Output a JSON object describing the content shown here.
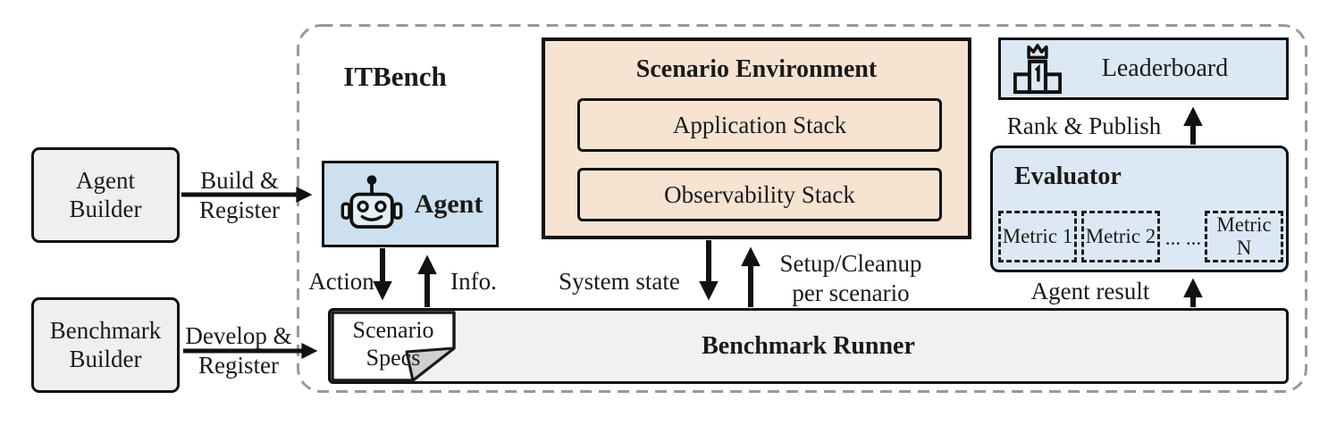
{
  "itbench_label": "ITBench",
  "boxes": {
    "agent_builder": {
      "line1": "Agent",
      "line2": "Builder"
    },
    "benchmark_builder": {
      "line1": "Benchmark",
      "line2": "Builder"
    },
    "agent": {
      "label": "Agent"
    },
    "scenario_environment": {
      "title": "Scenario Environment",
      "application_stack": "Application Stack",
      "observability_stack": "Observability Stack"
    },
    "leaderboard": {
      "label": "Leaderboard"
    },
    "evaluator": {
      "title": "Evaluator",
      "metrics": [
        "Metric 1",
        "Metric 2",
        "Metric N"
      ],
      "dots": "... ..."
    },
    "benchmark_runner": {
      "label": "Benchmark Runner"
    },
    "scenario_specs": {
      "line1": "Scenario",
      "line2": "Specs"
    }
  },
  "edges": {
    "build_register": {
      "line1": "Build &",
      "line2": "Register"
    },
    "develop_register": {
      "line1": "Develop &",
      "line2": "Register"
    },
    "action": "Action",
    "info": "Info.",
    "system_state": "System state",
    "setup_cleanup": {
      "line1": "Setup/Cleanup",
      "line2": "per scenario"
    },
    "agent_result": "Agent result",
    "rank_publish": "Rank & Publish"
  },
  "colors": {
    "agent_blue": "#cde0ef",
    "panel_blue": "#dce9f5",
    "scenario_peach": "#f7e3d2",
    "box_gray": "#efefef",
    "border": "#111111",
    "dashed_border": "#999999"
  }
}
